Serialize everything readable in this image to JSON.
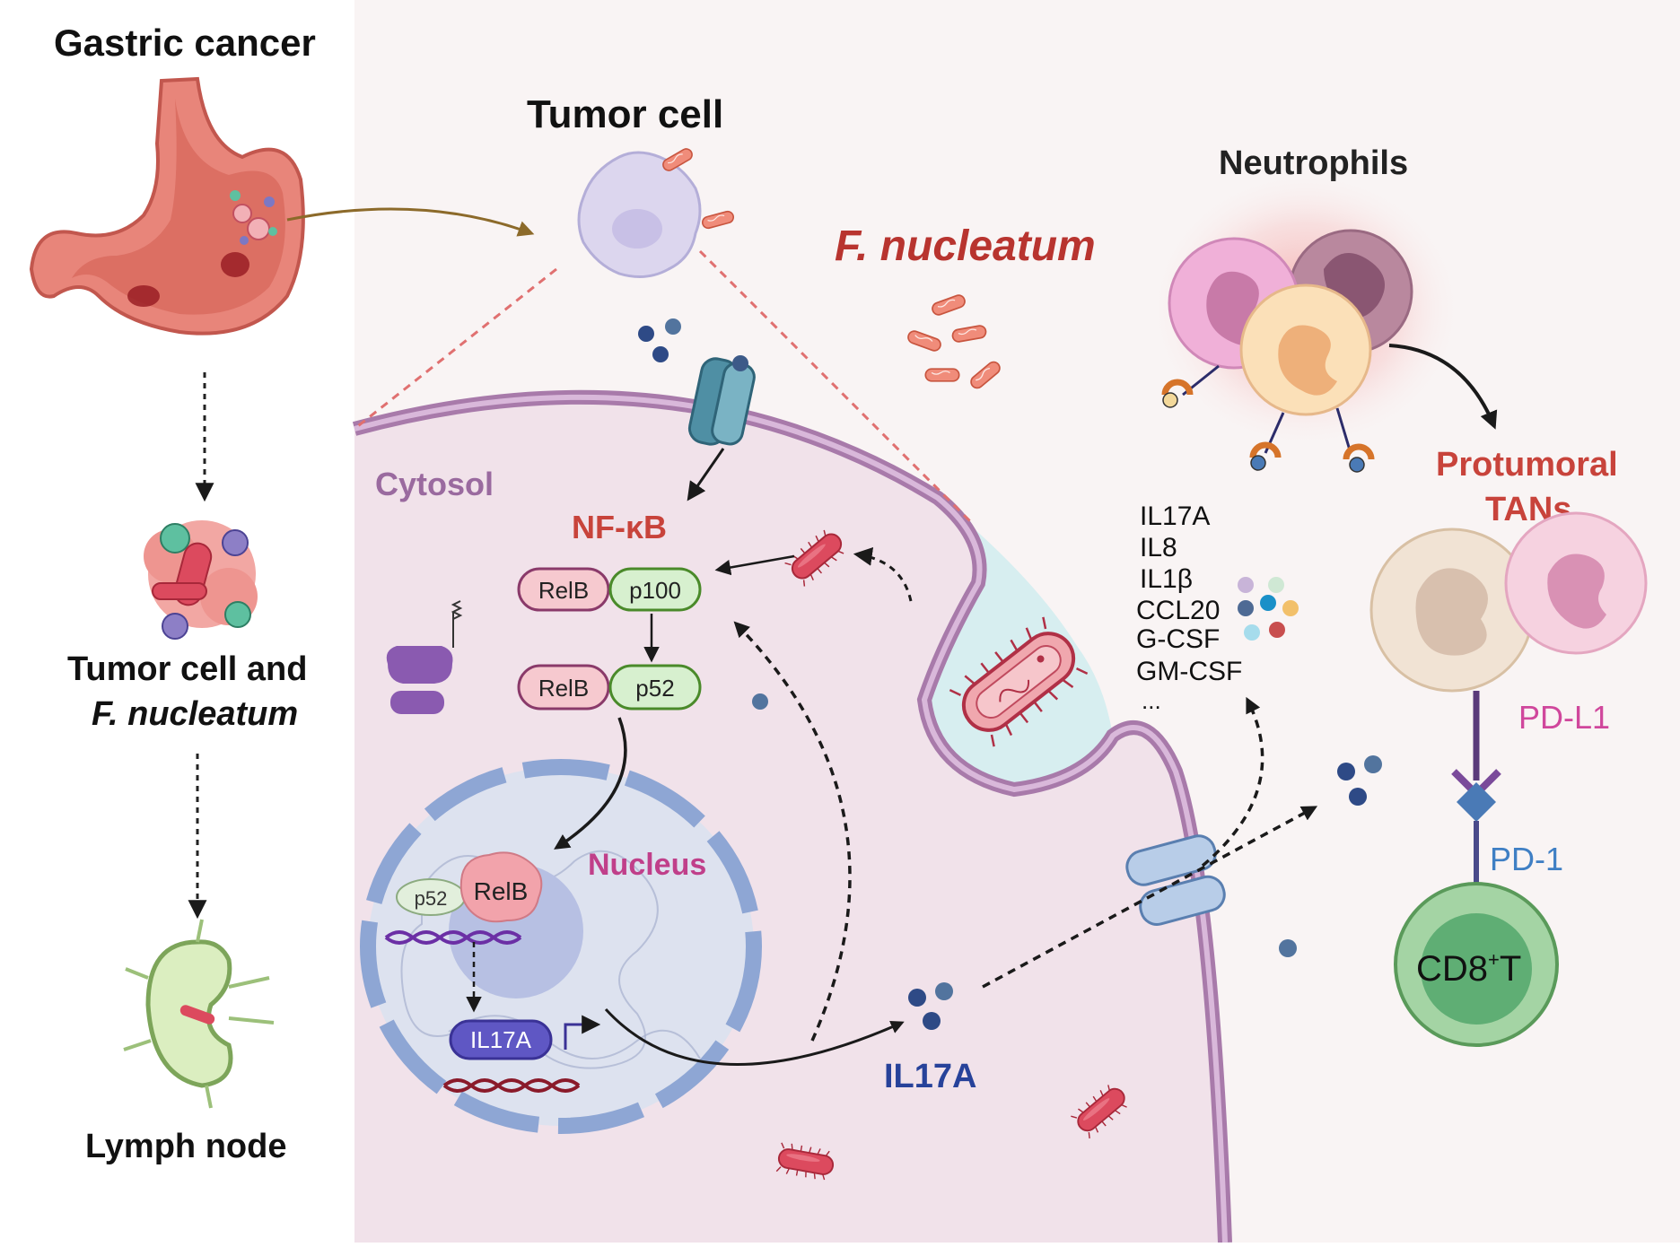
{
  "titles": {
    "gastric_cancer": "Gastric cancer",
    "tumor_cell": "Tumor cell",
    "f_nucleatum": "F. nucleatum",
    "neutrophils": "Neutrophils",
    "protumoral_line1": "Protumoral",
    "protumoral_line2": "TANs",
    "tumor_and_fn_line1": "Tumor cell and",
    "tumor_and_fn_line2": "F. nucleatum",
    "lymph_node": "Lymph node"
  },
  "cell": {
    "cytosol": "Cytosol",
    "nfkb": "NF-κB",
    "nucleus": "Nucleus",
    "il17a_secreted": "IL17A"
  },
  "proteins": {
    "relb_top": "RelB",
    "p100": "p100",
    "relb_bottom": "RelB",
    "p52": "p52",
    "relb_nuclear": "RelB",
    "p52_nuclear": "p52",
    "il17a_gene": "IL17A"
  },
  "cytokines": [
    "IL17A",
    "IL8",
    "IL1β",
    "CCL20",
    "G-CSF",
    "GM-CSF",
    "..."
  ],
  "immune": {
    "pd_l1": "PD-L1",
    "pd_1": "PD-1",
    "cd8_main": "CD8",
    "cd8_sup": "+",
    "cd8_tail": "T"
  },
  "colors": {
    "title_red": "#b8342f",
    "nucleus_pink": "#c03f8a",
    "il17a_blue": "#27429a",
    "pdl1_magenta": "#d0479c",
    "pd1_blue": "#3f7fc4",
    "cytosol_purple": "#9a6a9f",
    "membrane": "#a87aaa"
  }
}
